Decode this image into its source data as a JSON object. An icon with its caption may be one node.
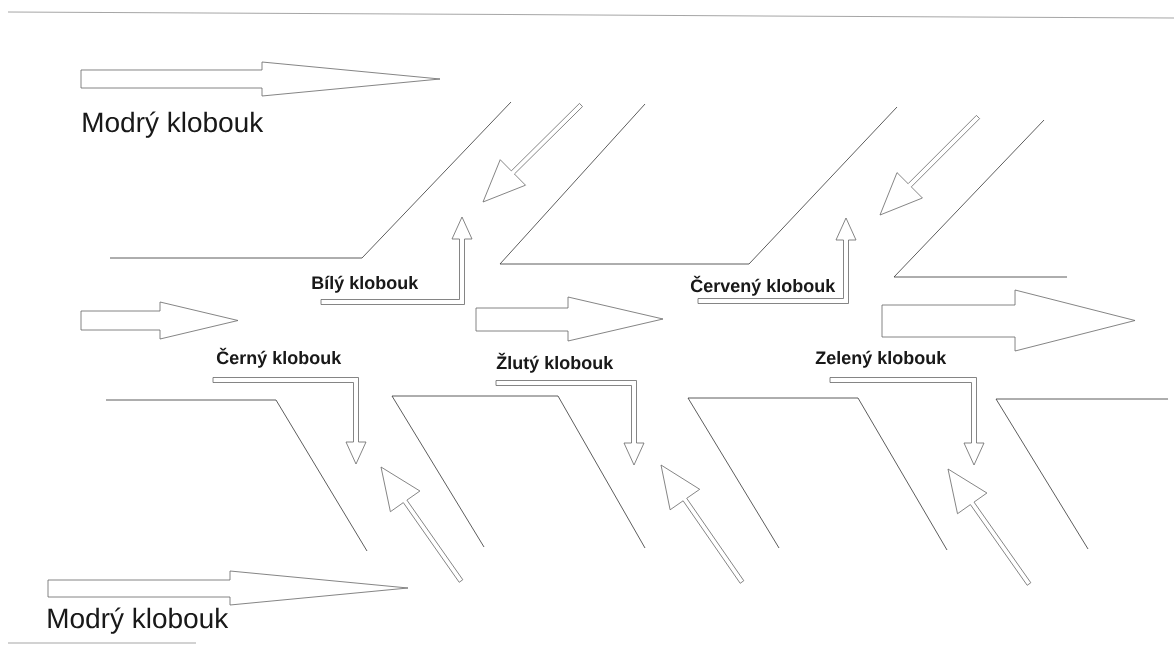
{
  "diagram": {
    "nodes": [
      {
        "text": [
          "Bílý klobouk"
        ]
      },
      {
        "text": [
          "Červený klobouk"
        ]
      },
      {
        "text": [
          "Černý klobouk"
        ]
      },
      {
        "text": [
          "Žlutý klobouk"
        ]
      },
      {
        "text": [
          "Zelený klobouk"
        ]
      }
    ],
    "edges": [
      {
        "from": 0,
        "to": null,
        "arrow": "to"
      },
      {
        "from": 1,
        "to": null,
        "arrow": "to"
      },
      {
        "from": 2,
        "to": null,
        "arrow": "to"
      },
      {
        "from": 3,
        "to": null,
        "arrow": "to"
      },
      {
        "from": 4,
        "to": null,
        "arrow": "to"
      }
    ],
    "labels": [
      "Modrý klobouk",
      "Modrý klobouk"
    ]
  }
}
